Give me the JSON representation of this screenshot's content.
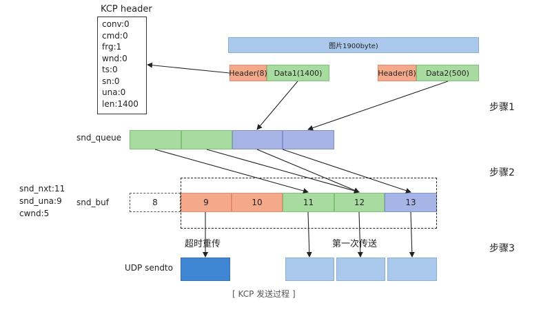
{
  "kcp_header": {
    "title": "KCP header",
    "fields": [
      "conv:0",
      "cmd:0",
      "frg:1",
      "wnd:0",
      "ts:0",
      "sn:0",
      "una:0",
      "len:1400"
    ]
  },
  "image_bar": {
    "label": "图片1900byte)"
  },
  "segment1": {
    "header": "Header(8)",
    "data": "Data1(1400)"
  },
  "segment2": {
    "header": "Header(8)",
    "data": "Data2(500)"
  },
  "steps": {
    "step1": "步骤1",
    "step2": "步骤2",
    "step3": "步骤3"
  },
  "snd_queue": {
    "label": "snd_queue"
  },
  "snd_buf": {
    "label": "snd_buf",
    "cells": [
      "8",
      "9",
      "10",
      "11",
      "12",
      "13"
    ]
  },
  "state": {
    "snd_nxt": "snd_nxt:11",
    "snd_una": "snd_una:9",
    "cwnd": "cwnd:5"
  },
  "labels": {
    "retransmit": "超时重传",
    "first_send": "第一次传送",
    "udp_sendto": "UDP sendto"
  },
  "caption": "[ KCP 发送过程 ]",
  "colors": {
    "orange": "#f4a98a",
    "green": "#a8dba0",
    "purple_blue": "#a7b4e6",
    "light_blue": "#a9c8ec",
    "dark_blue": "#3f86d4"
  }
}
